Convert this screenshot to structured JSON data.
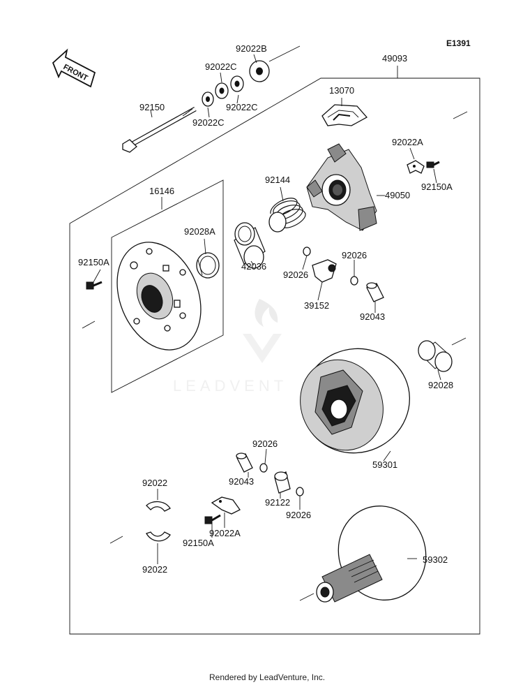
{
  "diagram": {
    "code": "E1391",
    "front_label": "FRONT",
    "footer": "Rendered by LeadVenture, Inc.",
    "watermark": "LEADVENT",
    "parts": {
      "p_92022B": "92022B",
      "p_49093": "49093",
      "p_92022C_a": "92022C",
      "p_92022C_b": "92022C",
      "p_92022C_c": "92022C",
      "p_92150": "92150",
      "p_13070": "13070",
      "p_92022A_a": "92022A",
      "p_92150A_a": "92150A",
      "p_92144": "92144",
      "p_49050": "49050",
      "p_16146": "16146",
      "p_92028A": "92028A",
      "p_92150A_b": "92150A",
      "p_42036": "42036",
      "p_92026_a": "92026",
      "p_92026_b": "92026",
      "p_39152": "39152",
      "p_92043_a": "92043",
      "p_92028": "92028",
      "p_92026_c": "92026",
      "p_59301": "59301",
      "p_92043_b": "92043",
      "p_92122": "92122",
      "p_92026_d": "92026",
      "p_92022_a": "92022",
      "p_92022A_b": "92022A",
      "p_92150A_c": "92150A",
      "p_59302": "59302",
      "p_92022_b": "92022"
    }
  }
}
